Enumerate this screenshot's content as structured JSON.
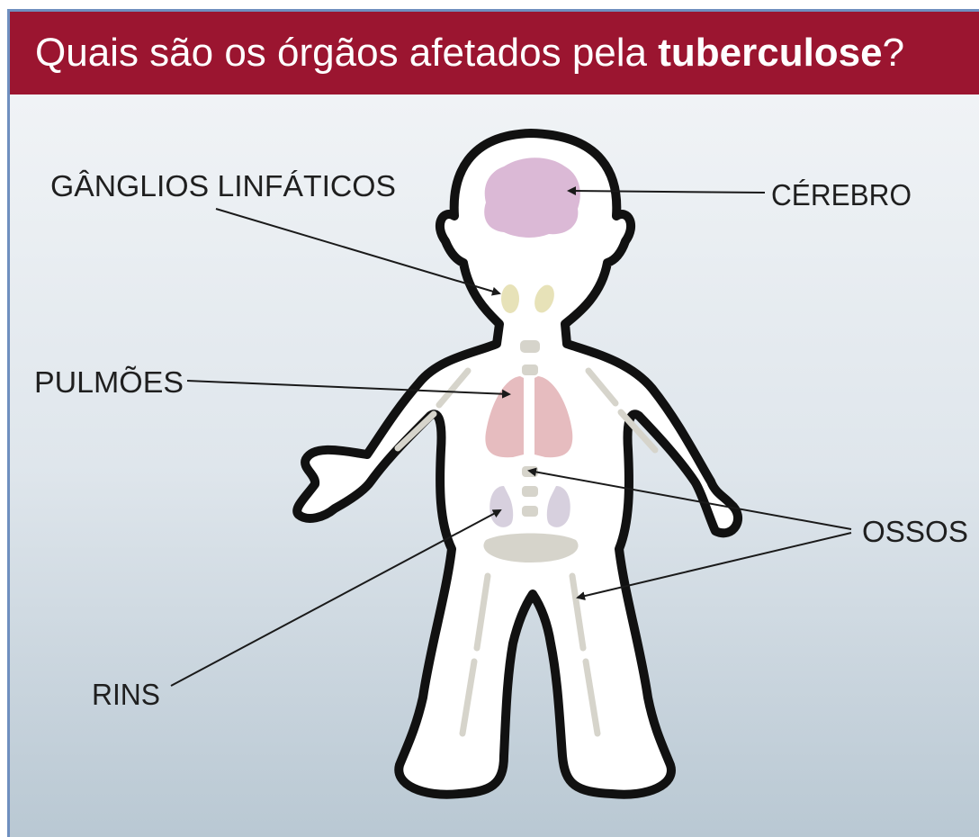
{
  "title": {
    "prefix": "Quais são os órgãos afetados pela ",
    "emphasis": "tuberculose",
    "suffix": "?"
  },
  "labels": {
    "ganglios": "GÂNGLIOS LINFÁTICOS",
    "cerebro": "CÉREBRO",
    "pulmoes": "PULMÕES",
    "ossos": "OSSOS",
    "rins": "RINS"
  },
  "colors": {
    "title_bar": "#9b1530",
    "brain": "#dbb9d6",
    "lymph_nodes": "#e7e2b8",
    "lungs": "#e6bcbf",
    "kidneys": "#d7d0de",
    "bones": "#d6d4cb",
    "outline": "#111111"
  }
}
